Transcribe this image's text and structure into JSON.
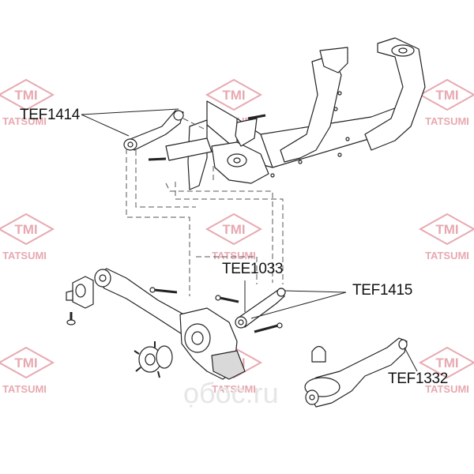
{
  "watermark": {
    "brand": "TMI",
    "company": "TATSUMI",
    "color": "#e7a9b1",
    "site": "ọбос.ru"
  },
  "callouts": {
    "tef1414": "TEF1414",
    "tee1033": "TEE1033",
    "tef1415": "TEF1415",
    "tef1332": "TEF1332"
  },
  "colors": {
    "line": "#222222",
    "fill": "#ffffff",
    "shade": "#d9d9d9"
  }
}
